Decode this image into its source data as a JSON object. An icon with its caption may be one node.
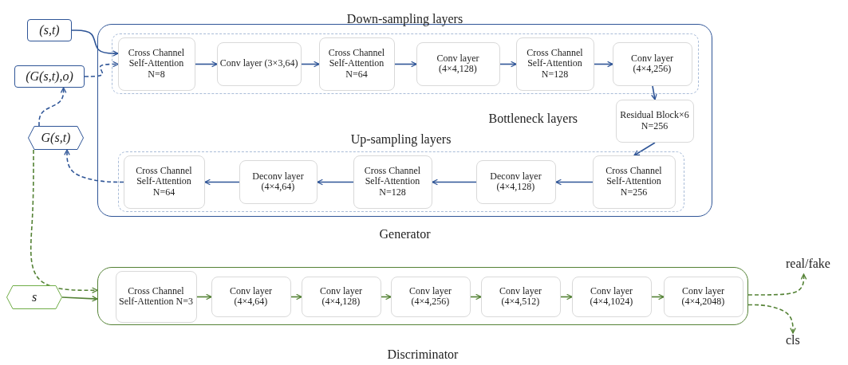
{
  "diagram": {
    "nodes": [
      {
        "text": [
          "Generator"
        ]
      },
      {
        "text": [
          "Down-sampling layers"
        ],
        "in": 0
      },
      {
        "text": [
          "Cross Channel Self-Attention N=8"
        ],
        "in": 1
      },
      {
        "text": [
          "Conv layer (3×3,64)"
        ],
        "in": 1
      },
      {
        "text": [
          "Cross Channel Self-Attention N=64"
        ],
        "in": 1
      },
      {
        "text": [
          "Conv layer (4×4,128)"
        ],
        "in": 1
      },
      {
        "text": [
          "Cross Channel Self-Attention N=128"
        ],
        "in": 1
      },
      {
        "text": [
          "Conv layer (4×4,256)"
        ],
        "in": 1
      },
      {
        "text": [
          "Residual Block×6 N=256"
        ],
        "in": 0,
        "beside": [
          "Bottleneck layers"
        ]
      },
      {
        "text": [
          "Up-sampling layers"
        ],
        "in": 0
      },
      {
        "text": [
          "Cross Channel Self-Attention N=64"
        ],
        "in": 9
      },
      {
        "text": [
          "Deconv layer (4×4,64)"
        ],
        "in": 9
      },
      {
        "text": [
          "Cross Channel Self-Attention N=128"
        ],
        "in": 9
      },
      {
        "text": [
          "Deconv layer (4×4,128)"
        ],
        "in": 9
      },
      {
        "text": [
          "Cross Channel Self-Attention N=256"
        ],
        "in": 9
      },
      {
        "text": [
          "(s,t)"
        ]
      },
      {
        "text": [
          "(G(s,t),o)"
        ]
      },
      {
        "text": [
          "G(s,t)"
        ]
      },
      {
        "text": [
          "Discriminator"
        ]
      },
      {
        "text": [
          "Cross Channel Self-Attention N=3"
        ],
        "in": 18
      },
      {
        "text": [
          "Conv layer (4×4,64)"
        ],
        "in": 18
      },
      {
        "text": [
          "Conv layer (4×4,128)"
        ],
        "in": 18
      },
      {
        "text": [
          "Conv layer (4×4,256)"
        ],
        "in": 18
      },
      {
        "text": [
          "Conv layer (4×4,512)"
        ],
        "in": 18
      },
      {
        "text": [
          "Conv layer (4×4,1024)"
        ],
        "in": 18
      },
      {
        "text": [
          "Conv layer (4×4,2048)"
        ],
        "in": 18
      },
      {
        "text": [
          "s"
        ]
      },
      {
        "text": [
          "real/fake"
        ]
      },
      {
        "text": [
          "cls"
        ]
      }
    ],
    "edges": [
      {
        "from": 15,
        "to": 2,
        "arrow": "to"
      },
      {
        "from": 16,
        "to": 2,
        "arrow": "to",
        "style": "dashed"
      },
      {
        "from": 2,
        "to": 3,
        "arrow": "to"
      },
      {
        "from": 3,
        "to": 4,
        "arrow": "to"
      },
      {
        "from": 4,
        "to": 5,
        "arrow": "to"
      },
      {
        "from": 5,
        "to": 6,
        "arrow": "to"
      },
      {
        "from": 6,
        "to": 7,
        "arrow": "to"
      },
      {
        "from": 7,
        "to": 8,
        "arrow": "to"
      },
      {
        "from": 8,
        "to": 14,
        "arrow": "to"
      },
      {
        "from": 14,
        "to": 13,
        "arrow": "to"
      },
      {
        "from": 13,
        "to": 12,
        "arrow": "to"
      },
      {
        "from": 12,
        "to": 11,
        "arrow": "to"
      },
      {
        "from": 11,
        "to": 10,
        "arrow": "to"
      },
      {
        "from": 10,
        "to": 17,
        "arrow": "to",
        "style": "dashed"
      },
      {
        "from": 17,
        "to": 16,
        "arrow": "to",
        "style": "dashed"
      },
      {
        "from": 17,
        "to": 18,
        "arrow": "to",
        "style": "dashed",
        "color": "#548235"
      },
      {
        "from": 26,
        "to": 18,
        "arrow": "to",
        "color": "#548235"
      },
      {
        "from": 19,
        "to": 20,
        "arrow": "to",
        "color": "#548235"
      },
      {
        "from": 20,
        "to": 21,
        "arrow": "to",
        "color": "#548235"
      },
      {
        "from": 21,
        "to": 22,
        "arrow": "to",
        "color": "#548235"
      },
      {
        "from": 22,
        "to": 23,
        "arrow": "to",
        "color": "#548235"
      },
      {
        "from": 23,
        "to": 24,
        "arrow": "to",
        "color": "#548235"
      },
      {
        "from": 24,
        "to": 25,
        "arrow": "to",
        "color": "#548235"
      },
      {
        "from": 18,
        "to": 27,
        "arrow": "to",
        "style": "dashed",
        "color": "#548235"
      },
      {
        "from": 18,
        "to": 28,
        "arrow": "to",
        "style": "dashed",
        "color": "#548235"
      }
    ]
  }
}
